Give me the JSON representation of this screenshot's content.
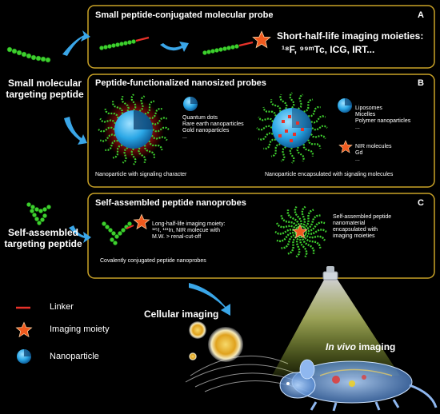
{
  "panel_a": {
    "letter": "A",
    "title": "Small peptide-conjugated molecular probe",
    "moieties_label": "Short-half-life imaging moieties:",
    "moieties_list": "¹⁸F, ⁹⁹ᵐTc, ICG, IRT..."
  },
  "left_labels": {
    "small_peptide_line1": "Small molecular",
    "small_peptide_line2": "targeting peptide",
    "self_peptide_line1": "Self-assembled",
    "self_peptide_line2": "targeting peptide"
  },
  "panel_b": {
    "letter": "B",
    "title": "Peptide-functionalized nanosized probes",
    "left_list": [
      "Quantum dots",
      "Rare earth nanoparticles",
      "Gold nanoparticles",
      "..."
    ],
    "right_list_top": [
      "Liposomes",
      "Micelles",
      "Polymer nanoparticles",
      "..."
    ],
    "right_list_bottom": [
      "NIR molecules",
      "Gd",
      "..."
    ],
    "caption_left": "Nanoparticle with signaling character",
    "caption_right": "Nanoparticle encapsulated with signaling molecules"
  },
  "panel_c": {
    "letter": "C",
    "title": "Self-assembled peptide nanoprobes",
    "long_half_life": [
      "Long-half-life imaging moiety:",
      "¹²⁵I, ¹¹¹In, NIR molecue with",
      "M.W. > renal-cut-off"
    ],
    "caption_left": "Covalently conjugated peptide nanoprobes",
    "self_assembled_text": [
      "Self-assembled peptide",
      "nanomaterial",
      "encapsulated with",
      "imaging moieties"
    ]
  },
  "legend": {
    "linker": "Linker",
    "imaging_moiety": "Imaging moiety",
    "nanoparticle": "Nanoparticle"
  },
  "bottom": {
    "cellular_imaging": "Cellular imaging",
    "in_vivo_italic": "In vivo",
    "in_vivo_rest": " imaging"
  },
  "colors": {
    "panel_border": "#c9a227",
    "peptide_green": "#3ecf2e",
    "linker_red": "#e8322a",
    "star_orange": "#f05a1e",
    "nano_blue": "#2aa7e6",
    "arrow_blue": "#3aa6e8",
    "glow_red": "#ff3030",
    "light_beam": "#e8ff6a"
  }
}
